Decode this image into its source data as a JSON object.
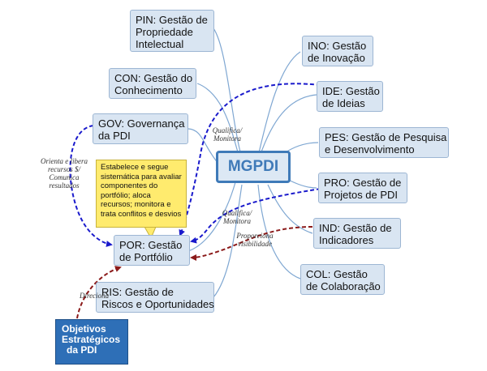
{
  "center": {
    "label": "MGPDI"
  },
  "nodes": {
    "pin": [
      "PIN: Gestão de",
      "Propriedade",
      "Intelectual"
    ],
    "con": [
      "CON: Gestão do",
      "Conhecimento"
    ],
    "gov": [
      "GOV: Governança",
      "da PDI"
    ],
    "por": [
      "POR: Gestão",
      "de Portfólio"
    ],
    "ris": [
      "RIS: Gestão de",
      "Riscos e Oportunidades"
    ],
    "ino": [
      "INO: Gestão",
      "de Inovação"
    ],
    "ide": [
      "IDE: Gestão",
      "de Ideias"
    ],
    "pes": [
      "PES: Gestão de Pesquisa",
      "e Desenvolvimento"
    ],
    "pro": [
      "PRO: Gestão de",
      "Projetos de PDI"
    ],
    "ind": [
      "IND: Gestão de",
      "Indicadores"
    ],
    "col": [
      "COL: Gestão",
      "de Colaboração"
    ]
  },
  "objetivos": [
    "Objetivos",
    "Estratégicos",
    "da PDI"
  ],
  "note": [
    "Estabelece e segue",
    "sistemática para avaliar",
    "componentes do",
    "portfólio; aloca",
    "recursos; monitora e",
    "trata conflitos e desvios"
  ],
  "labels": {
    "qualifica_top": [
      "Qualifica/",
      "Monitora"
    ],
    "qualifica_mid": [
      "Qualifica/",
      "Monitora"
    ],
    "proporciona": [
      "Proporciona",
      "visibilidade"
    ],
    "orienta": [
      "Orienta e libera",
      "recursos $/",
      "Comunica",
      "resultados"
    ],
    "direciona": "Direciona"
  },
  "colors": {
    "node_fill": "#d9e5f2",
    "node_border": "#9db6d3",
    "center_border": "#3f7ab8",
    "link_line": "#7fa7d2",
    "blue_arrow": "#1a1acc",
    "red_arrow": "#8b1a1a",
    "note_fill": "#ffeb6e",
    "objetivos_fill": "#2e6fb7"
  }
}
